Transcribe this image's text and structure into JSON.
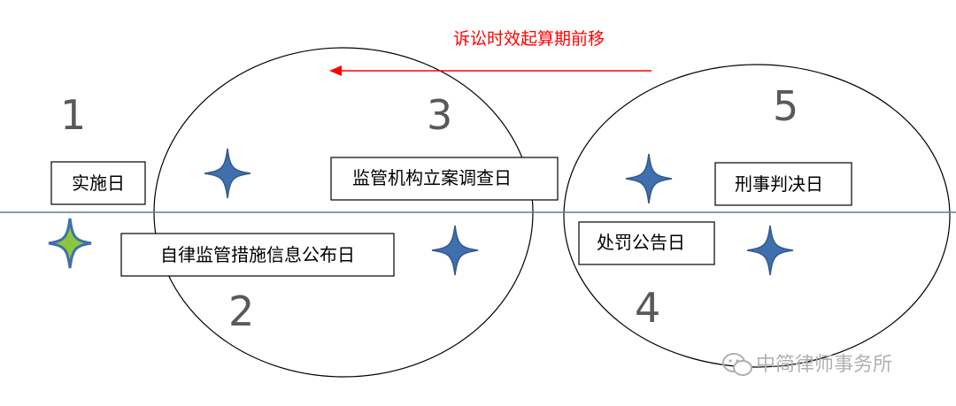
{
  "arrow": {
    "label": "诉讼时效起算期前移",
    "color": "#ff0000"
  },
  "numbers": [
    "1",
    "2",
    "3",
    "4",
    "5"
  ],
  "boxes": {
    "implementation_day": "实施日",
    "regulatory_disclosure_day": "自律监管措施信息公布日",
    "investigation_day": "监管机构立案调查日",
    "penalty_announcement_day": "处罚公告日",
    "criminal_judgment_day": "刑事判决日"
  },
  "watermark": {
    "text": "中简律师事务所",
    "icon": "wechat-icon"
  },
  "colors": {
    "timeline": "#5a7f9a",
    "star_blue": "#3f6fad",
    "star_green": "#8cc63f",
    "circle_stroke": "#000000"
  }
}
